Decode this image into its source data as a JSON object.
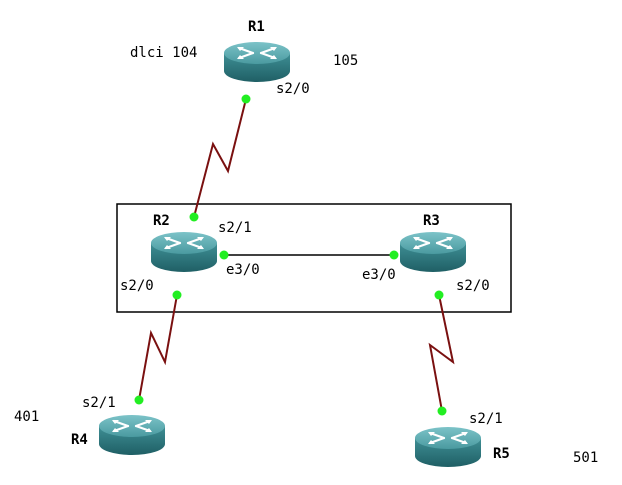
{
  "routers": {
    "r1": {
      "name": "R1"
    },
    "r2": {
      "name": "R2"
    },
    "r3": {
      "name": "R3"
    },
    "r4": {
      "name": "R4"
    },
    "r5": {
      "name": "R5"
    }
  },
  "interfaces": {
    "r1_s20": "s2/0",
    "r2_s21": "s2/1",
    "r2_e30": "e3/0",
    "r2_s20": "s2/0",
    "r3_e30": "e3/0",
    "r3_s20": "s2/0",
    "r4_s21": "s2/1",
    "r5_s21": "s2/1"
  },
  "annotations": {
    "dlci_r1": "dlci 104",
    "dlci_105": "105",
    "dlci_401": "401",
    "dlci_501": "501"
  },
  "colors": {
    "serial_link": "#7a1010",
    "interface_dot": "#22ee22",
    "router_body": "#3f8f95"
  },
  "icons": {
    "router": "router-icon"
  }
}
